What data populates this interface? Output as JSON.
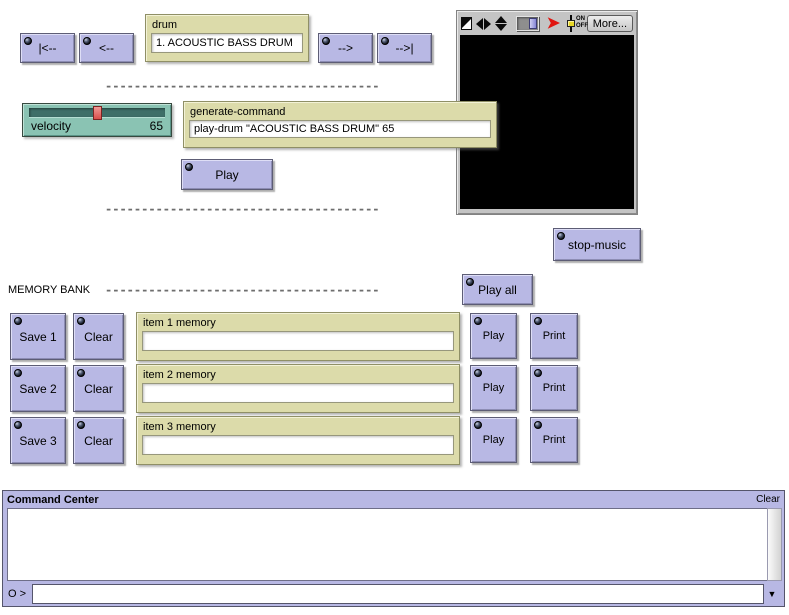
{
  "nav": {
    "first_label": "|<--",
    "prev_label": "<--",
    "next_label": "-->",
    "last_label": "-->|"
  },
  "drum": {
    "title": "drum",
    "value": "1. ACOUSTIC BASS DRUM"
  },
  "display_panel": {
    "more_label": "More...",
    "toggle_on": "ON",
    "toggle_off": "OFF",
    "red_arrow_glyph": "➤",
    "dropdown_glyph": "▼"
  },
  "separators": {
    "line": "--------------------------------------"
  },
  "velocity": {
    "label": "velocity",
    "value": "65"
  },
  "generate_command": {
    "title": "generate-command",
    "value": "play-drum \"ACOUSTIC BASS DRUM\" 65"
  },
  "transport": {
    "play_label": "Play",
    "stop_label": "stop-music"
  },
  "memory_bank": {
    "label": "MEMORY BANK",
    "play_all_label": "Play all",
    "rows": [
      {
        "save_label": "Save 1",
        "clear_label": "Clear",
        "title": "item 1 memory",
        "value": "",
        "play_label": "Play",
        "print_label": "Print"
      },
      {
        "save_label": "Save 2",
        "clear_label": "Clear",
        "title": "item 2 memory",
        "value": "",
        "play_label": "Play",
        "print_label": "Print"
      },
      {
        "save_label": "Save 3",
        "clear_label": "Clear",
        "title": "item 3 memory",
        "value": "",
        "play_label": "Play",
        "print_label": "Print"
      }
    ]
  },
  "command_center": {
    "title": "Command Center",
    "clear_label": "Clear",
    "output": "",
    "prompt": "O > ",
    "input_value": ""
  }
}
